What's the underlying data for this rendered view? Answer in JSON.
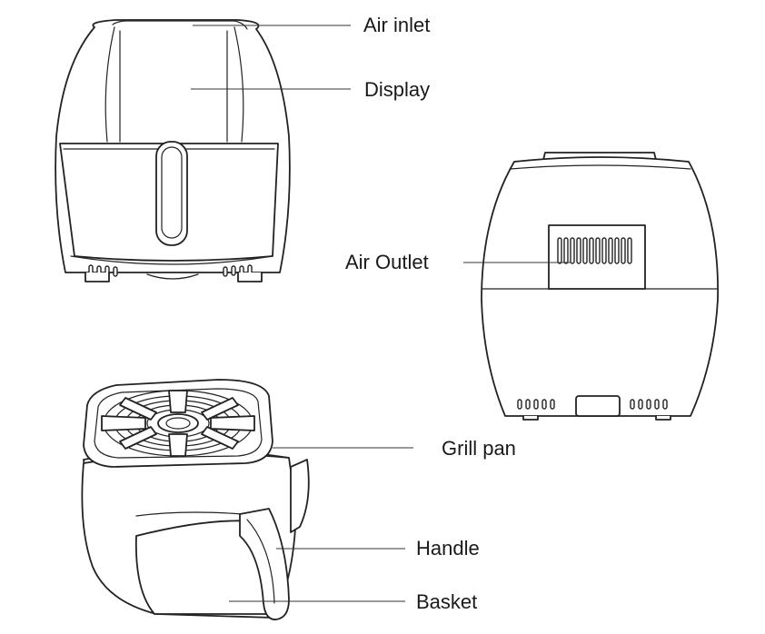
{
  "labels": {
    "air_inlet": "Air inlet",
    "display": "Display",
    "air_outlet": "Air Outlet",
    "grill_pan": "Grill pan",
    "handle": "Handle",
    "basket": "Basket"
  },
  "colors": {
    "line": "#222222",
    "background": "#ffffff",
    "text": "#1a1a1a"
  }
}
